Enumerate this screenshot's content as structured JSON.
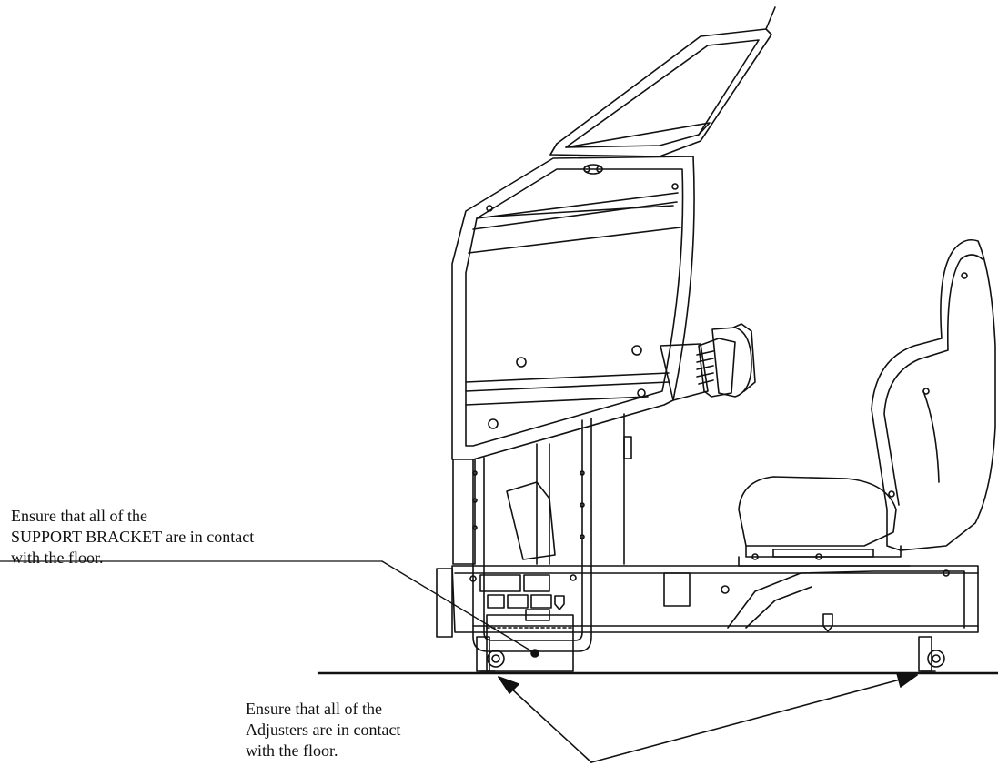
{
  "callouts": {
    "support_bracket": {
      "line1": "Ensure that all of the",
      "line2": "SUPPORT BRACKET are in contact",
      "line3": "with the floor."
    },
    "adjusters": {
      "line1": "Ensure that all of the",
      "line2": "Adjusters are in contact",
      "line3": "with the floor."
    }
  },
  "colors": {
    "line": "#111111",
    "background": "#ffffff"
  }
}
